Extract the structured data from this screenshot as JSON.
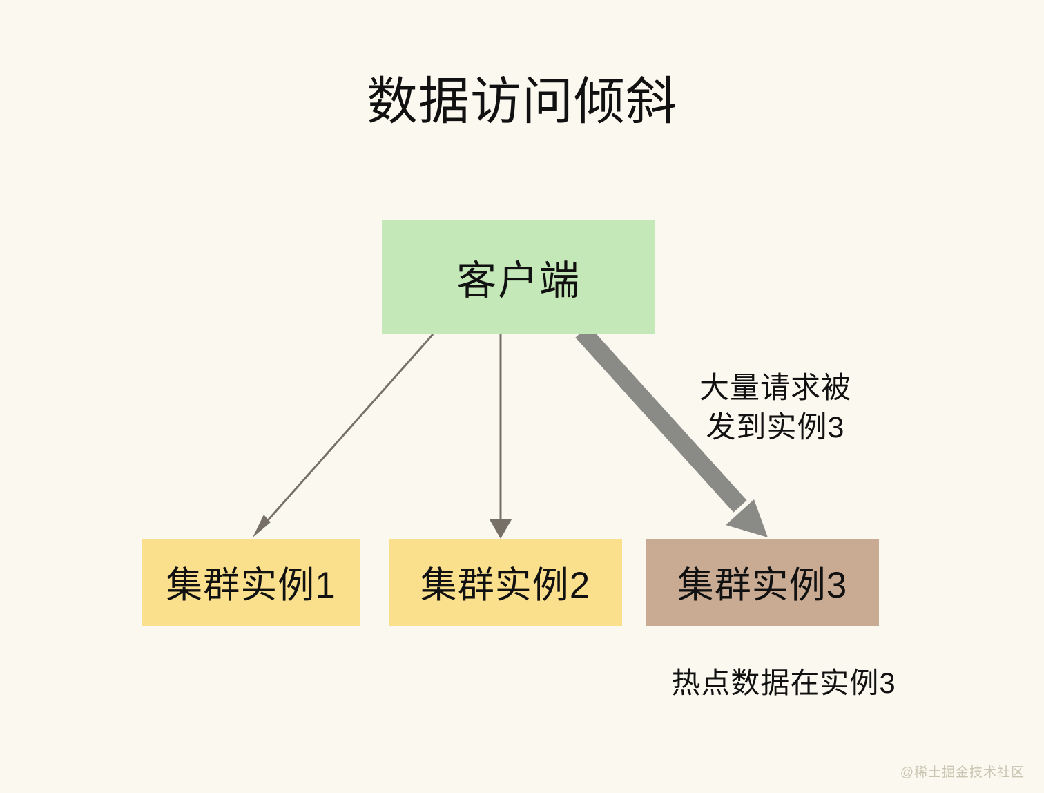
{
  "page": {
    "title": "数据访问倾斜",
    "background_color": "#fbf9ef",
    "watermark": "@稀土掘金技术社区"
  },
  "diagram": {
    "type": "flow",
    "nodes": [
      {
        "id": "client",
        "label": "客户端",
        "role": "source",
        "fill": "#c4e8b8"
      },
      {
        "id": "instance-1",
        "label": "集群实例1",
        "role": "target",
        "fill": "#fae08d"
      },
      {
        "id": "instance-2",
        "label": "集群实例2",
        "role": "target",
        "fill": "#fae08d"
      },
      {
        "id": "instance-3",
        "label": "集群实例3",
        "role": "hotspot-target",
        "fill": "#c9ab94"
      }
    ],
    "edges": [
      {
        "from": "client",
        "to": "instance-1",
        "weight": "light",
        "color": "#767067",
        "stroke_width": 3
      },
      {
        "from": "client",
        "to": "instance-2",
        "weight": "light",
        "color": "#767067",
        "stroke_width": 3
      },
      {
        "from": "client",
        "to": "instance-3",
        "weight": "heavy",
        "color": "#8a8a87",
        "stroke_width": 26
      }
    ],
    "annotations": {
      "heavy_traffic_line1": "大量请求被",
      "heavy_traffic_line2": "发到实例3",
      "hotspot_note": "热点数据在实例3"
    }
  }
}
